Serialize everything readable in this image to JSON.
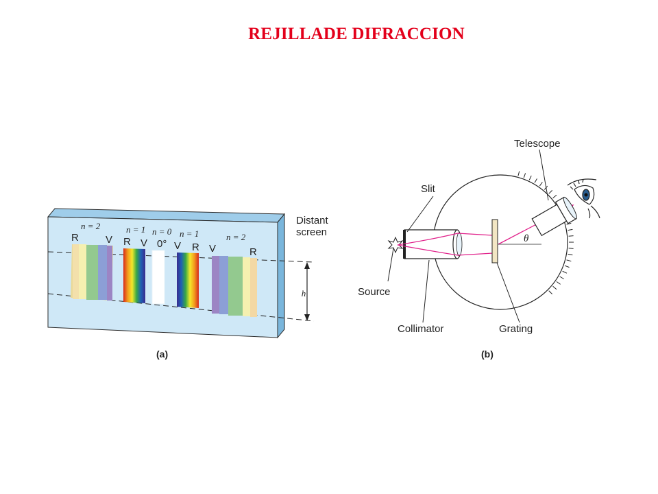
{
  "title": "REJILLADE DIFRACCION",
  "panel_a": {
    "caption": "(a)",
    "screen_label_1": "Distant",
    "screen_label_2": "screen",
    "height_label": "h",
    "orders": [
      "n = 2",
      "n = 1",
      "n = 0",
      "n = 1",
      "n = 2"
    ],
    "band_letters": [
      "R",
      "V",
      "R",
      "V",
      "0°",
      "V",
      "R",
      "V",
      "R"
    ]
  },
  "panel_b": {
    "caption": "(b)",
    "labels": {
      "telescope": "Telescope",
      "slit": "Slit",
      "source": "Source",
      "collimator": "Collimator",
      "grating": "Grating",
      "angle": "θ"
    }
  },
  "colors": {
    "title": "#e3001b",
    "screen": "#cfe8f7",
    "ray": "#e0208a"
  }
}
